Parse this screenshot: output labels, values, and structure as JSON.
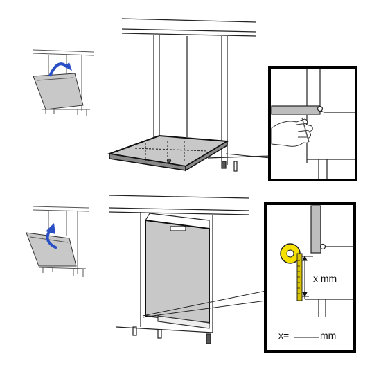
{
  "callout_bottom": {
    "dimension_label": "x mm",
    "formula_label": "x=",
    "unit_label": "mm"
  },
  "icons": {
    "rotate_down": "curved-arrow-down-icon",
    "rotate_up": "curved-arrow-up-icon",
    "tape_measure": "tape-measure-icon"
  },
  "colors": {
    "panel_grey": "#c8c8c8",
    "arrow_blue": "#2a4fc4",
    "tape_yellow": "#f5e000",
    "outline": "#1a1a1a"
  }
}
